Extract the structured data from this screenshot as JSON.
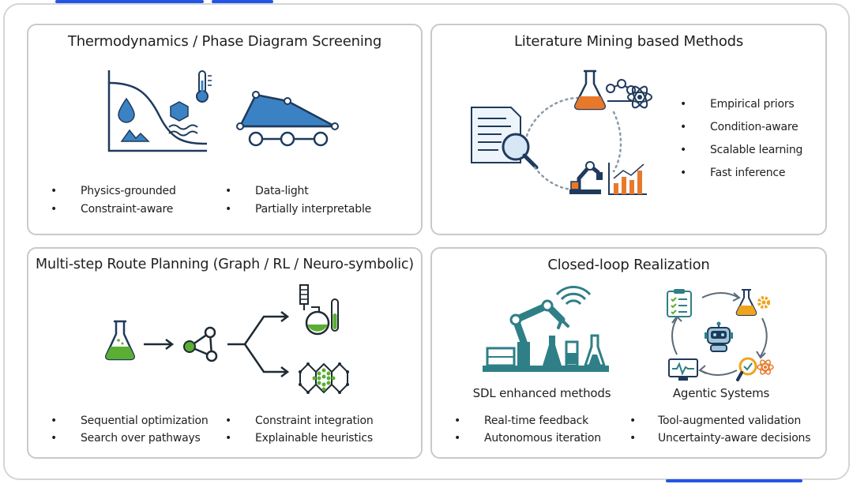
{
  "panels": {
    "thermo": {
      "title": "Thermodynamics / Phase Diagram Screening",
      "bullets": [
        "Physics-grounded",
        "Constraint-aware",
        "Data-light",
        "Partially interpretable"
      ]
    },
    "literature": {
      "title": "Literature Mining based Methods",
      "bullets": [
        "Empirical priors",
        "Condition-aware",
        "Scalable learning",
        "Fast inference"
      ]
    },
    "route": {
      "title": "Multi-step Route Planning (Graph / RL / Neuro-symbolic)",
      "bullets": [
        "Sequential optimization",
        "Search over pathways",
        "Constraint integration",
        "Explainable heuristics"
      ]
    },
    "closed": {
      "title": "Closed-loop Realization",
      "sdl_label": "SDL enhanced methods",
      "agentic_label": "Agentic Systems",
      "bullets": [
        "Real-time feedback",
        "Autonomous iteration",
        "Tool-augmented validation",
        "Uncertainty-aware decisions"
      ]
    }
  },
  "bullet_char": "•",
  "colors": {
    "accent": "#2456e5",
    "blue_icon": "#3b82c4",
    "navy": "#1f3a5c",
    "teal": "#2f7f86",
    "orange": "#e8792b",
    "green": "#5aae32",
    "amber": "#f0a31c",
    "panel_border": "#c9c9c9"
  },
  "icons": [
    "phase-diagram-icon",
    "thermometer-icon",
    "water-drop-icon",
    "polygon-graph-icon",
    "document-search-icon",
    "flask-icon",
    "molecule-icon",
    "atom-icon",
    "robot-arm-icon",
    "bar-chart-icon",
    "beaker-icon",
    "graph-node-icon",
    "distillation-icon",
    "crystal-lattice-icon",
    "lab-robot-icon",
    "wifi-icon",
    "checklist-icon",
    "gear-flask-icon",
    "robot-icon",
    "monitor-icon",
    "magnifier-icon"
  ]
}
